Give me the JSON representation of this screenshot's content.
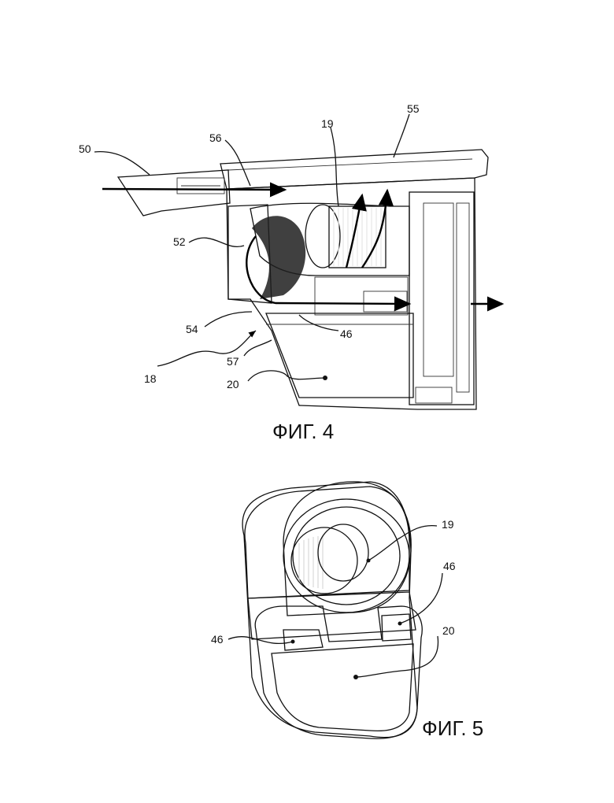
{
  "figures": [
    {
      "caption": "ФИГ. 4",
      "labels": [
        "50",
        "56",
        "19",
        "55",
        "52",
        "54",
        "46",
        "18",
        "57",
        "20"
      ]
    },
    {
      "caption": "ФИГ. 5",
      "labels": [
        "19",
        "46",
        "46",
        "20"
      ]
    }
  ]
}
